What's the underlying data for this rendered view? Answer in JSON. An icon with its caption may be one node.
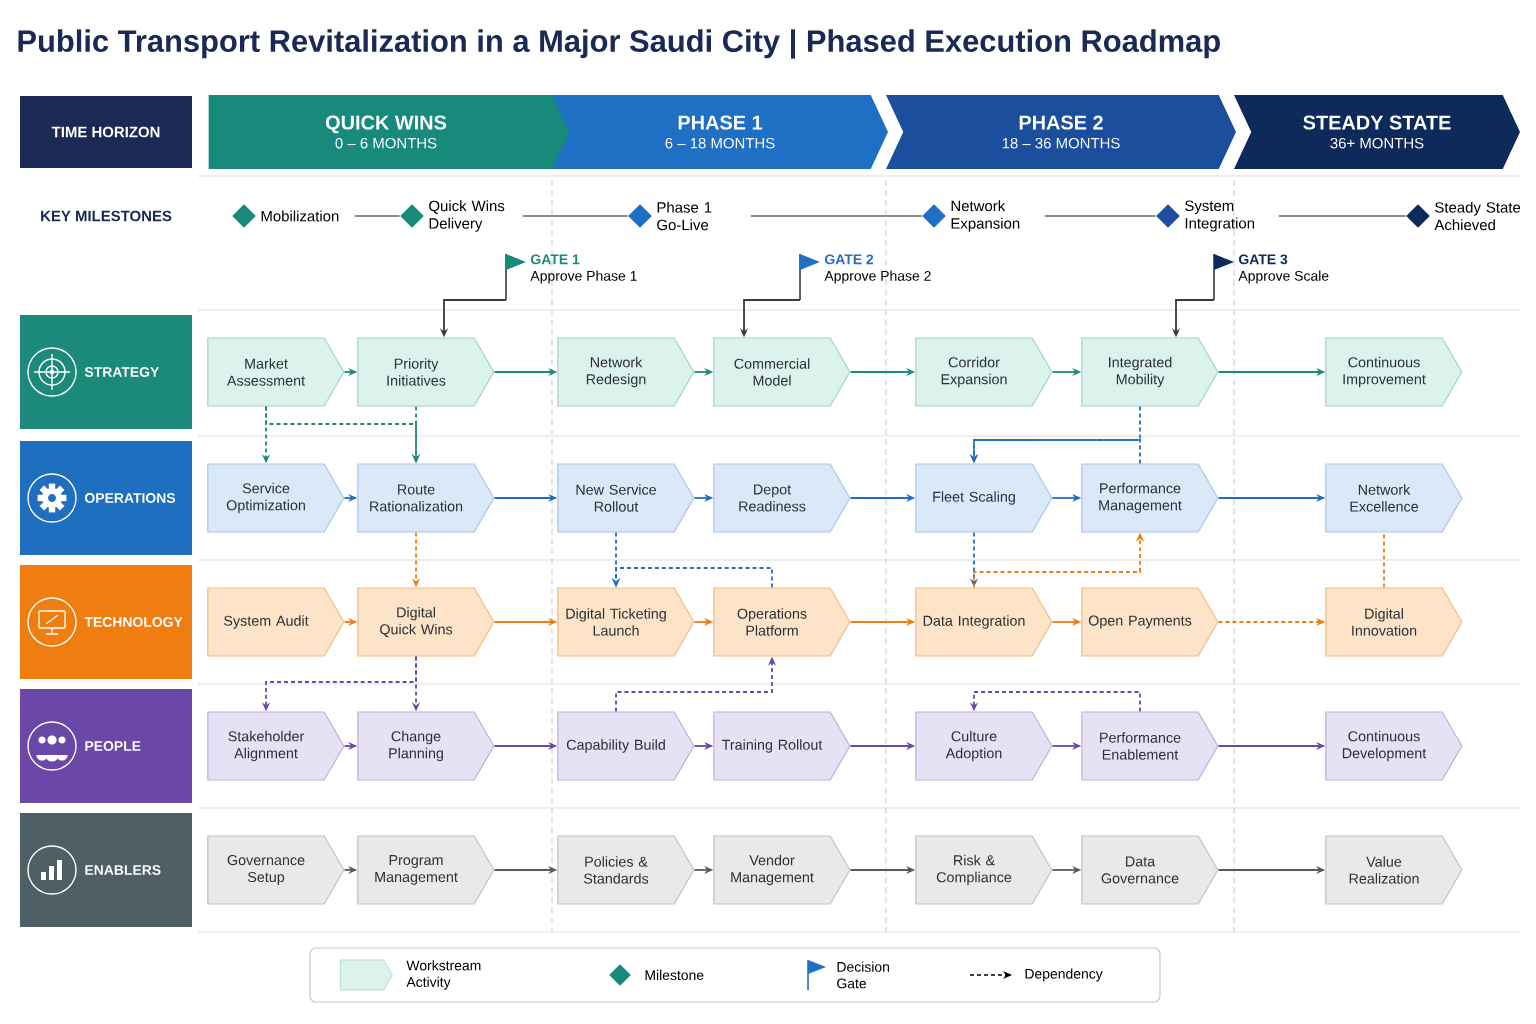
{
  "diagram": {
    "title": "Public Transport Revitalization in a Major Saudi City | Phased Execution Roadmap",
    "nodes": [
      {
        "text": [
          "TIME HORIZON"
        ]
      },
      {
        "text": [
          "QUICK WINS",
          "0 – 6 MONTHS"
        ]
      },
      {
        "text": [
          "PHASE 1",
          "6 – 18 MONTHS"
        ]
      },
      {
        "text": [
          "PHASE 2",
          "18 – 36 MONTHS"
        ]
      },
      {
        "text": [
          "STEADY STATE",
          "36+ MONTHS"
        ]
      },
      {
        "text": [],
        "shape": "diamond",
        "beside": [
          "Mobilization"
        ]
      },
      {
        "text": [],
        "shape": "diamond",
        "beside": [
          "Quick Wins Delivery"
        ]
      },
      {
        "text": [],
        "shape": "diamond",
        "beside": [
          "Phase 1 Go-Live"
        ]
      },
      {
        "text": [],
        "shape": "diamond",
        "beside": [
          "Network Expansion"
        ]
      },
      {
        "text": [],
        "shape": "diamond",
        "beside": [
          "System Integration"
        ]
      },
      {
        "text": [],
        "shape": "diamond",
        "beside": [
          "Steady State Achieved"
        ]
      },
      {
        "text": [
          "GATE 1",
          "Approve Phase 1"
        ]
      },
      {
        "text": [
          "GATE 2",
          "Approve Phase 2"
        ]
      },
      {
        "text": [
          "GATE 3",
          "Approve Scale"
        ]
      },
      {
        "text": [
          "STRATEGY"
        ]
      },
      {
        "text": [
          "OPERATIONS"
        ]
      },
      {
        "text": [
          "TECHNOLOGY"
        ]
      },
      {
        "text": [
          "PEOPLE"
        ]
      },
      {
        "text": [
          "ENABLERS"
        ]
      },
      {
        "text": [
          "Market Assessment"
        ]
      },
      {
        "text": [
          "Priority Initiatives"
        ]
      },
      {
        "text": [
          "Network Redesign"
        ]
      },
      {
        "text": [
          "Commercial Model"
        ]
      },
      {
        "text": [
          "Corridor Expansion"
        ]
      },
      {
        "text": [
          "Integrated Mobility"
        ]
      },
      {
        "text": [
          "Continuous Improvement"
        ]
      },
      {
        "text": [
          "Service Optimization"
        ]
      },
      {
        "text": [
          "Route Rationalization"
        ]
      },
      {
        "text": [
          "New Service Rollout"
        ]
      },
      {
        "text": [
          "Depot Readiness"
        ]
      },
      {
        "text": [
          "Fleet Scaling"
        ]
      },
      {
        "text": [
          "Performance Management"
        ]
      },
      {
        "text": [
          "Network Excellence"
        ]
      },
      {
        "text": [
          "System Audit"
        ]
      },
      {
        "text": [
          "Digital Quick Wins"
        ]
      },
      {
        "text": [
          "Digital Ticketing Launch"
        ]
      },
      {
        "text": [
          "Operations Platform"
        ]
      },
      {
        "text": [
          "Data Integration"
        ]
      },
      {
        "text": [
          "Open Payments"
        ]
      },
      {
        "text": [
          "Digital Innovation"
        ]
      },
      {
        "text": [
          "Stakeholder Alignment"
        ]
      },
      {
        "text": [
          "Change Planning"
        ]
      },
      {
        "text": [
          "Capability Build"
        ]
      },
      {
        "text": [
          "Training Rollout"
        ]
      },
      {
        "text": [
          "Culture Adoption"
        ]
      },
      {
        "text": [
          "Performance Enablement"
        ]
      },
      {
        "text": [
          "Continuous Development"
        ]
      },
      {
        "text": [
          "Governance Setup"
        ]
      },
      {
        "text": [
          "Program Management"
        ]
      },
      {
        "text": [
          "Policies & Standards"
        ]
      },
      {
        "text": [
          "Vendor Management"
        ]
      },
      {
        "text": [
          "Risk & Compliance"
        ]
      },
      {
        "text": [
          "Data Governance"
        ]
      },
      {
        "text": [
          "Value Realization"
        ]
      }
    ],
    "edges": [
      {
        "from": 5,
        "to": 6,
        "arrow": "none",
        "color": "#8c8c8c"
      },
      {
        "from": 6,
        "to": 7,
        "arrow": "none",
        "color": "#8c8c8c"
      },
      {
        "from": 7,
        "to": 8,
        "arrow": "none",
        "color": "#8c8c8c"
      },
      {
        "from": 8,
        "to": 9,
        "arrow": "none",
        "color": "#8c8c8c"
      },
      {
        "from": 9,
        "to": 10,
        "arrow": "none",
        "color": "#8c8c8c"
      },
      {
        "from": 11,
        "to": 20,
        "arrow": "to",
        "color": "#3a3a3a"
      },
      {
        "from": 12,
        "to": 22,
        "arrow": "to",
        "color": "#3a3a3a"
      },
      {
        "from": 13,
        "to": 24,
        "arrow": "to",
        "color": "#3a3a3a"
      },
      {
        "from": 19,
        "to": 20,
        "arrow": "to",
        "color": "#1b8a7a"
      },
      {
        "from": 20,
        "to": 21,
        "arrow": "to",
        "color": "#1b8a7a"
      },
      {
        "from": 21,
        "to": 22,
        "arrow": "to",
        "color": "#1b8a7a"
      },
      {
        "from": 22,
        "to": 23,
        "arrow": "to",
        "color": "#1b8a7a"
      },
      {
        "from": 23,
        "to": 24,
        "arrow": "to",
        "color": "#1b8a7a"
      },
      {
        "from": 24,
        "to": 25,
        "arrow": "to",
        "color": "#1b8a7a"
      },
      {
        "from": 26,
        "to": 27,
        "arrow": "to",
        "color": "#1f6fc0"
      },
      {
        "from": 27,
        "to": 28,
        "arrow": "to",
        "color": "#1f6fc0"
      },
      {
        "from": 28,
        "to": 29,
        "arrow": "to",
        "color": "#1f6fc0"
      },
      {
        "from": 29,
        "to": 30,
        "arrow": "to",
        "color": "#1f6fc0"
      },
      {
        "from": 30,
        "to": 31,
        "arrow": "to",
        "color": "#1f6fc0"
      },
      {
        "from": 31,
        "to": 32,
        "arrow": "to",
        "color": "#1f6fc0"
      },
      {
        "from": 33,
        "to": 34,
        "arrow": "to",
        "color": "#ef7d0f"
      },
      {
        "from": 34,
        "to": 35,
        "arrow": "to",
        "color": "#ef7d0f"
      },
      {
        "from": 35,
        "to": 36,
        "arrow": "to",
        "color": "#ef7d0f"
      },
      {
        "from": 36,
        "to": 37,
        "arrow": "to",
        "color": "#ef7d0f"
      },
      {
        "from": 37,
        "to": 38,
        "arrow": "to",
        "color": "#ef7d0f"
      },
      {
        "from": 38,
        "to": 39,
        "arrow": "to",
        "style": "dashed",
        "color": "#ef7d0f"
      },
      {
        "from": 40,
        "to": 41,
        "arrow": "to",
        "color": "#6b48a8"
      },
      {
        "from": 41,
        "to": 42,
        "arrow": "to",
        "color": "#6b48a8"
      },
      {
        "from": 42,
        "to": 43,
        "arrow": "to",
        "color": "#6b48a8"
      },
      {
        "from": 43,
        "to": 44,
        "arrow": "to",
        "color": "#6b48a8"
      },
      {
        "from": 44,
        "to": 45,
        "arrow": "to",
        "color": "#6b48a8"
      },
      {
        "from": 45,
        "to": 46,
        "arrow": "to",
        "color": "#6b48a8"
      },
      {
        "from": 47,
        "to": 48,
        "arrow": "to",
        "color": "#555b60"
      },
      {
        "from": 48,
        "to": 49,
        "arrow": "to",
        "color": "#555b60"
      },
      {
        "from": 49,
        "to": 50,
        "arrow": "to",
        "color": "#555b60"
      },
      {
        "from": 50,
        "to": 51,
        "arrow": "to",
        "color": "#555b60"
      },
      {
        "from": 51,
        "to": 52,
        "arrow": "to",
        "color": "#555b60"
      },
      {
        "from": 52,
        "to": 53,
        "arrow": "to",
        "color": "#555b60"
      },
      {
        "from": 19,
        "to": 26,
        "arrow": "to",
        "style": "dashed",
        "color": "#1b8a7a"
      },
      {
        "from": 20,
        "to": 27,
        "arrow": "to",
        "style": "dashed",
        "color": "#1b8a7a"
      },
      {
        "from": 19,
        "to": 27,
        "arrow": "to",
        "style": "dashed",
        "color": "#1b8a7a"
      },
      {
        "from": 27,
        "to": 34,
        "arrow": "to",
        "style": "dashed",
        "color": "#ef7d0f"
      },
      {
        "from": 28,
        "to": 35,
        "arrow": "to",
        "style": "dashed",
        "color": "#1f6fc0"
      },
      {
        "from": 36,
        "to": 35,
        "arrow": "to",
        "style": "dashed",
        "color": "#1f6fc0"
      },
      {
        "from": 34,
        "to": 40,
        "arrow": "to",
        "style": "dashed",
        "color": "#6b48a8"
      },
      {
        "from": 34,
        "to": 41,
        "arrow": "to",
        "style": "dashed",
        "color": "#6b48a8"
      },
      {
        "from": 42,
        "to": 36,
        "arrow": "to",
        "style": "dashed",
        "color": "#6b48a8"
      },
      {
        "from": 24,
        "to": 30,
        "arrow": "to",
        "style": "dashed",
        "color": "#1f6fc0"
      },
      {
        "from": 31,
        "to": 30,
        "arrow": "to",
        "style": "dashed",
        "color": "#1f6fc0"
      },
      {
        "from": 30,
        "to": 37,
        "arrow": "to",
        "style": "dashed",
        "color": "#1f6fc0"
      },
      {
        "from": 37,
        "to": 31,
        "arrow": "to",
        "style": "dashed",
        "color": "#ef7d0f"
      },
      {
        "from": 39,
        "to": 32,
        "arrow": "none",
        "style": "dashed",
        "color": "#ef7d0f"
      },
      {
        "from": 45,
        "to": 44,
        "arrow": "to",
        "style": "dashed",
        "color": "#6b48a8"
      }
    ],
    "labels": [
      "KEY MILESTONES"
    ],
    "legend": [
      {
        "text": "Workstream Activity"
      },
      {
        "text": "Milestone"
      },
      {
        "text": "Decision Gate"
      },
      {
        "text": "Dependency"
      }
    ]
  }
}
